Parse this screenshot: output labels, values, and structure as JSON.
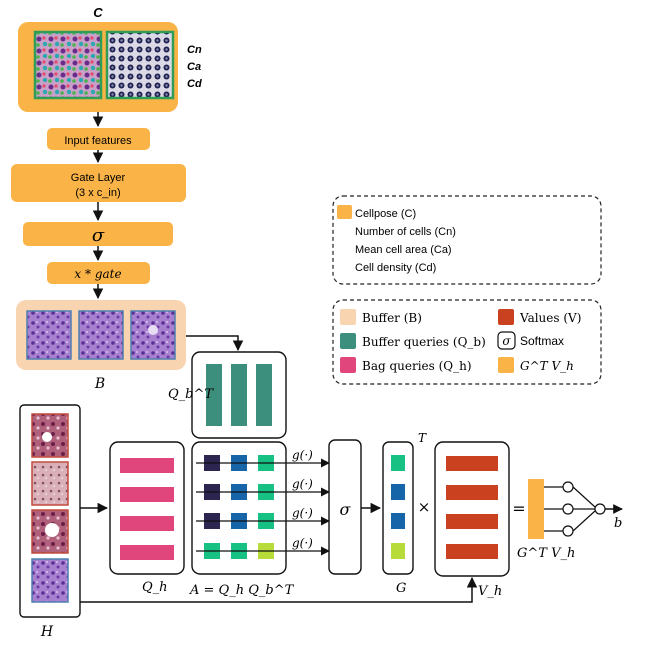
{
  "pipeline": {
    "top_label": "C",
    "metric_labels": [
      "Cn",
      "Ca",
      "Cd"
    ],
    "input_features": "Input features",
    "gate_layer_line1": "Gate Layer",
    "gate_layer_line2": "(3 x c_in)",
    "sigma": "σ",
    "gate_op": "x * gate",
    "buffer_label": "B"
  },
  "legend_top": {
    "items": [
      {
        "swatch_color": "#f9b347",
        "text": "Cellpose (C)"
      },
      {
        "swatch_color": "",
        "text": "Number of cells (Cn)"
      },
      {
        "swatch_color": "",
        "text": "Mean cell area (Ca)"
      },
      {
        "swatch_color": "",
        "text": "Cell density (Cd)"
      }
    ]
  },
  "legend_bottom": {
    "buffer": "Buffer (B)",
    "values": "Values (V)",
    "buffer_queries": "Buffer queries (Q_b)",
    "softmax_symbol": "σ",
    "softmax": "Softmax",
    "bag_queries": "Bag queries (Q_h)",
    "gtvh": "G^T V_h"
  },
  "diagram": {
    "H": "H",
    "Qh": "Q_h",
    "QbT": "Q_b^T",
    "A": "A = Q_h Q_b^T",
    "g": "g(·)",
    "sigma": "σ",
    "T": "T",
    "G": "G",
    "times": "×",
    "equals": "=",
    "Vh": "V_h",
    "GTVh": "G^T V_h",
    "b": "b"
  },
  "colors": {
    "orange": "#f9b347",
    "buffer_bg": "#f8d5b0",
    "teal": "#3d8f7d",
    "pink": "#e0457b",
    "red": "#c9411f",
    "navy": "#2b2550",
    "blue": "#1565a8",
    "green": "#17c184",
    "lime": "#b7dc3a"
  }
}
